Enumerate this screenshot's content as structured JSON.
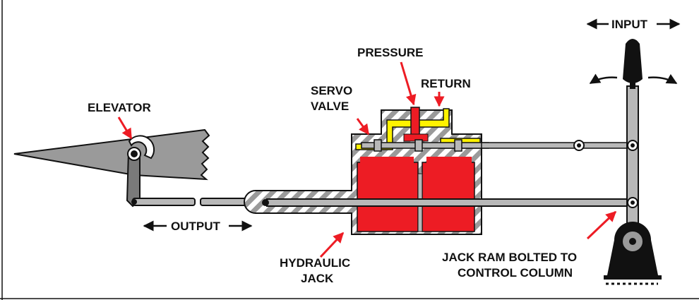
{
  "labels": {
    "input": "INPUT",
    "pressure": "PRESSURE",
    "return": "RETURN",
    "servo_line1": "SERVO",
    "servo_line2": "VALVE",
    "elevator": "ELEVATOR",
    "output": "OUTPUT",
    "hydraulic_line1": "HYDRAULIC",
    "hydraulic_line2": "JACK",
    "jackram_line1": "JACK RAM BOLTED TO",
    "jackram_line2": "CONTROL COLUMN"
  },
  "colors": {
    "fluid_pressure": "#ed1c24",
    "fluid_return": "#fff200",
    "housing_hatch": "#9a9a9a",
    "rod": "#b8b8b8",
    "outline": "#111111",
    "arrow": "#ed1c24"
  }
}
